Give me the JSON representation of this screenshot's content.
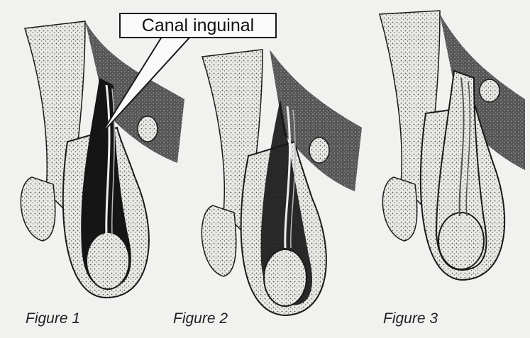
{
  "callout": {
    "label": "Canal inguinal"
  },
  "figures": [
    {
      "caption": "Figure 1"
    },
    {
      "caption": "Figure 2"
    },
    {
      "caption": "Figure 3"
    }
  ],
  "colors": {
    "background": "#f1f1ef",
    "ink": "#1a1a1a",
    "stipple": "#555555"
  }
}
